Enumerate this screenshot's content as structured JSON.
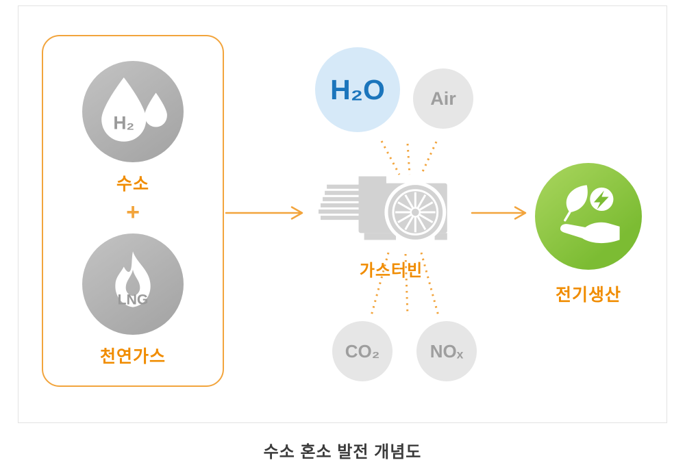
{
  "page_title": "수소 혼소 발전 개념도",
  "colors": {
    "accent_orange": "#F08C00",
    "arrow_orange": "#F2A43C",
    "h2o_blue": "#1B75BC",
    "h2o_fill": "#D6E9F8",
    "fuel_circle_gray": "#B3B3B3",
    "io_circle_gray": "#E6E6E6",
    "turbine_gray": "#D2D2D2",
    "output_green": "#8CC63E"
  },
  "fuel_box": {
    "hydrogen": {
      "icon": "water-drop-icon",
      "symbol": "H₂",
      "label": "수소"
    },
    "plus_sign": "+",
    "lng": {
      "icon": "flame-icon",
      "symbol": "LNG",
      "label": "천연가스"
    }
  },
  "turbine": {
    "icon": "gas-turbine-icon",
    "label": "가스터빈"
  },
  "inputs": {
    "h2o": "H₂O",
    "air": "Air"
  },
  "emissions": {
    "co2": "CO₂",
    "nox": "NOₓ"
  },
  "output": {
    "icon": "hand-leaf-energy-icon",
    "label": "전기생산"
  }
}
